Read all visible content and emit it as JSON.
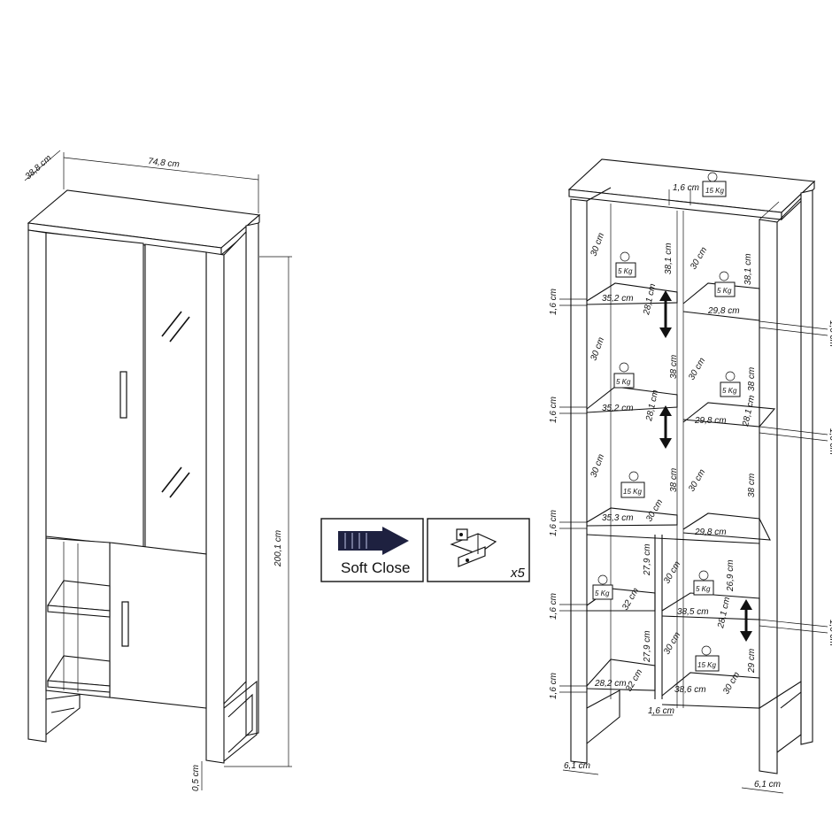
{
  "left_view": {
    "depth": "38,8 cm",
    "width": "74,8 cm",
    "height": "200,1 cm",
    "gap": "0,5 cm"
  },
  "soft_close": {
    "label": "Soft Close",
    "hinge_qty": "x5"
  },
  "right_view": {
    "top_board_thickness": "1,6 cm",
    "top_weight": "15 Kg",
    "shelf_weight": "5 Kg",
    "bottom_weight": "15 Kg",
    "side_thickness": "1,6 cm",
    "mid_thickness": "1,6 cm",
    "leg_width_left": "6,1 cm",
    "leg_width_right": "6,1 cm",
    "labels": {
      "d30": "30 cm",
      "h38_1": "38,1 cm",
      "h38": "38 cm",
      "d28_1": "28,1 cm",
      "w35_2": "35,2 cm",
      "w35_3": "35,3 cm",
      "w29_8": "29,8 cm",
      "h27_9": "27,9 cm",
      "d32": "32 cm",
      "h26_9": "26,9 cm",
      "w38_5": "38,5 cm",
      "w38_6": "38,6 cm",
      "w28_2": "28,2 cm",
      "h29": "29 cm"
    }
  }
}
